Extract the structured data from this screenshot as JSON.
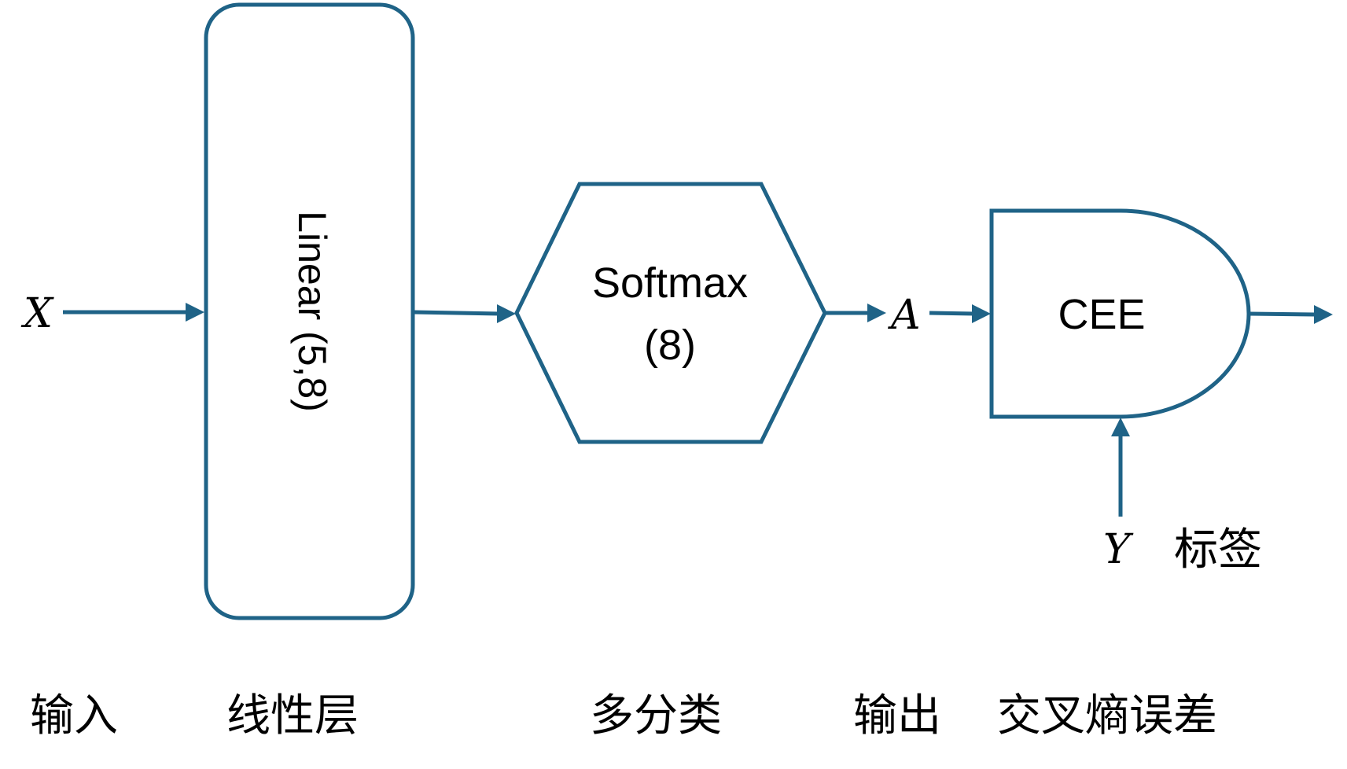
{
  "colors": {
    "stroke": "#1f6387",
    "text": "#000000",
    "background": "#ffffff"
  },
  "inputs": {
    "x": "X",
    "a": "A",
    "y": "Y"
  },
  "nodes": {
    "linear": "Linear (5,8)",
    "softmax_line1": "Softmax",
    "softmax_line2": "(8)",
    "cee": "CEE"
  },
  "labels": {
    "input": "输入",
    "linear_layer": "线性层",
    "multi_class": "多分类",
    "output": "输出",
    "cross_entropy": "交叉熵误差",
    "label": "标签"
  }
}
